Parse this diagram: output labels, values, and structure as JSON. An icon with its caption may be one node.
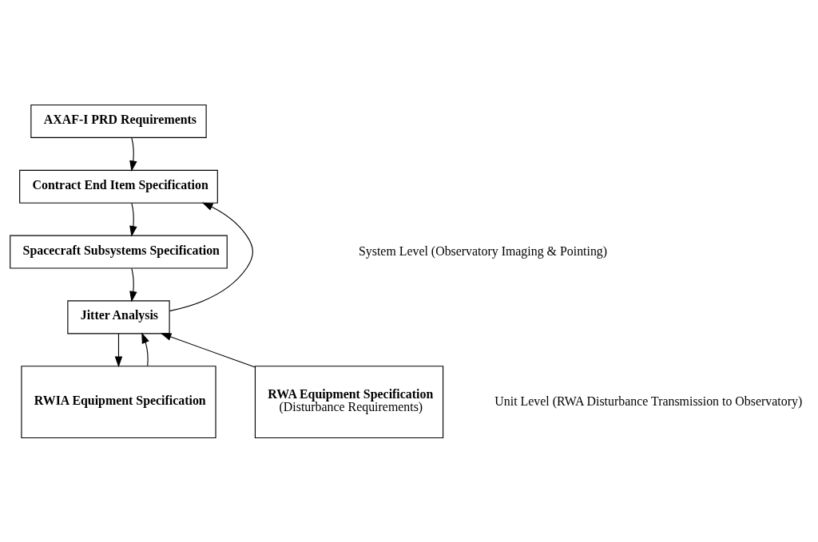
{
  "diagram": {
    "nodes": [
      {
        "text": [
          "AXAF-I PRD Requirements"
        ]
      },
      {
        "text": [
          "Contract End Item Specification"
        ]
      },
      {
        "text": [
          "Spacecraft Subsystems Specification"
        ]
      },
      {
        "text": [
          "Jitter Analysis"
        ]
      },
      {
        "text": [
          "RWIA Equipment Specification"
        ]
      },
      {
        "text": [
          "RWA Equipment Specification",
          "(Disturbance Requirements)"
        ]
      }
    ],
    "edges": [
      {
        "from": 0,
        "to": 1,
        "arrow": "to"
      },
      {
        "from": 1,
        "to": 2,
        "arrow": "to"
      },
      {
        "from": 2,
        "to": 3,
        "arrow": "to"
      },
      {
        "from": 3,
        "to": 1,
        "arrow": "to"
      },
      {
        "from": 3,
        "to": 4,
        "arrow": "to"
      },
      {
        "from": 4,
        "to": 3,
        "arrow": "to"
      },
      {
        "from": 5,
        "to": 3,
        "arrow": "to"
      }
    ],
    "labels": [
      "System Level (Observatory Imaging & Pointing)",
      "Unit Level (RWA Disturbance Transmission to Observatory)"
    ]
  }
}
